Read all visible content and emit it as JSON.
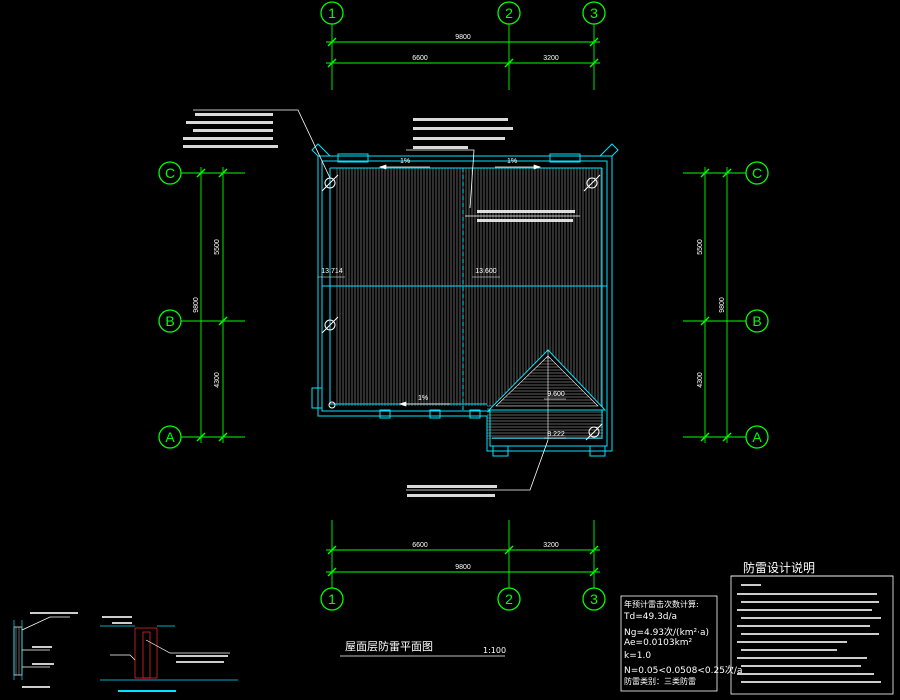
{
  "grid": {
    "axis_1": "1",
    "axis_2": "2",
    "axis_3": "3",
    "axis_A": "A",
    "axis_B": "B",
    "axis_C": "C"
  },
  "dimensions": {
    "top_total": "9800",
    "top_left": "6600",
    "top_right": "3200",
    "bottom_total": "9800",
    "bottom_left": "6600",
    "bottom_right": "3200",
    "left_upper": "5500",
    "left_lower": "4300",
    "left_total": "9800",
    "right_upper": "5500",
    "right_lower": "4300",
    "right_total": "9800"
  },
  "plan": {
    "slope_1": "1%",
    "slope_2": "1%",
    "slope_3": "1%",
    "elev_left": "13.714",
    "elev_center": "13.600",
    "elev_bay_top": "9.600",
    "elev_bay_bottom": "8.222"
  },
  "drawing": {
    "title": "屋面层防雷平面图",
    "scale": "1:100"
  },
  "lightning_calc": {
    "title": "年预计雷击次数计算:",
    "lines": [
      "Td=49.3d/a",
      "Ng=4.93次/(km²·a)",
      "Ae=0.0103km²",
      "k=1.0",
      "N=0.05<0.0508<0.25次/a",
      "防雷类别：三类防雷"
    ]
  },
  "lp_notes": {
    "title": "防雷设计说明"
  },
  "colors": {
    "wall": "#00e5ff",
    "grid": "#00ff00",
    "text": "#ffffff",
    "hatch": "#9a9a9a",
    "accent": "#ff2a2a"
  }
}
